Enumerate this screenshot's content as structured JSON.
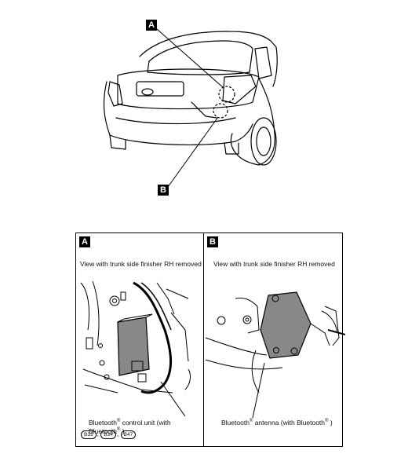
{
  "overview": {
    "marker_a": "A",
    "marker_b": "B"
  },
  "panel_a": {
    "tag": "A",
    "caption": "View with trunk side finisher RH removed",
    "callout_main": "Bluetooth",
    "callout_sup1": "®",
    "callout_mid": " control unit (with Bluetooth",
    "callout_sup2": "®",
    "callout_end": " )",
    "connectors": [
      "B33",
      "B34",
      "B47"
    ],
    "connector_sep1": ",",
    "connector_sep2": ","
  },
  "panel_b": {
    "tag": "B",
    "caption": "View with trunk side finisher RH removed",
    "callout_main": "Bluetooth",
    "callout_sup1": "®",
    "callout_mid": " antenna (with Bluetooth",
    "callout_sup2": "®",
    "callout_end": " )"
  }
}
